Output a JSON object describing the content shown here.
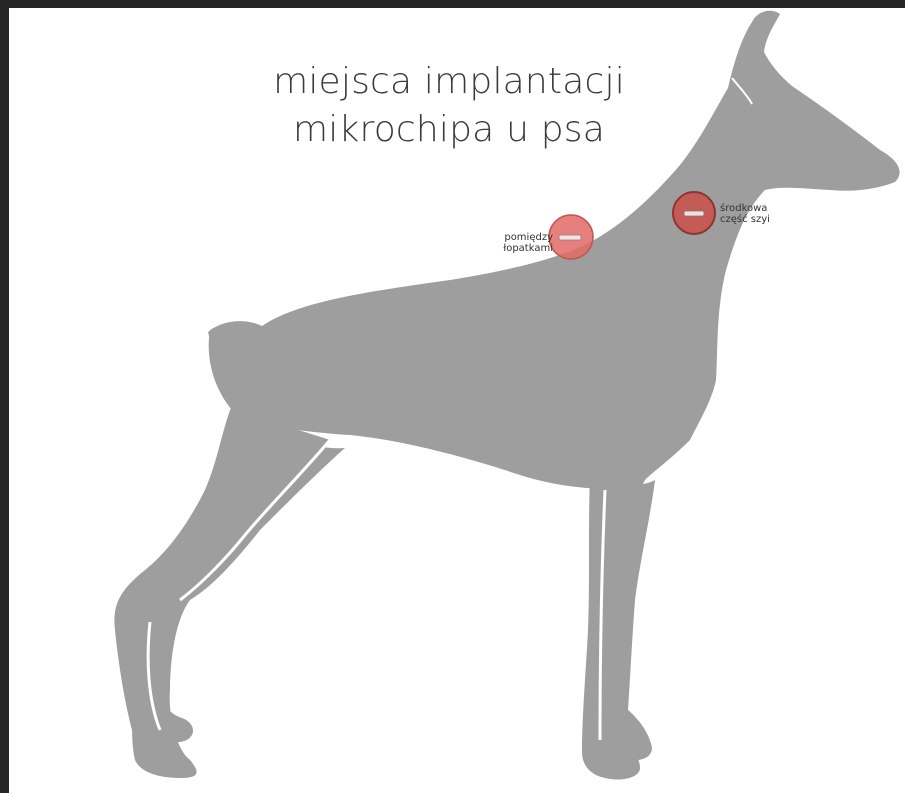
{
  "title": {
    "line1": "miejsca implantacji",
    "line2": "mikrochipa u psa"
  },
  "sites": [
    {
      "line1": "pomiędzy",
      "line2": "łopatkami",
      "color": "#e06a66"
    },
    {
      "line1": "środkowa",
      "line2": "część szyi",
      "color": "#c9534f"
    }
  ],
  "colors": {
    "background_frame": "#262626",
    "panel": "#ffffff",
    "dog_silhouette": "#9e9e9e",
    "title_text": "#3b3b3b"
  }
}
